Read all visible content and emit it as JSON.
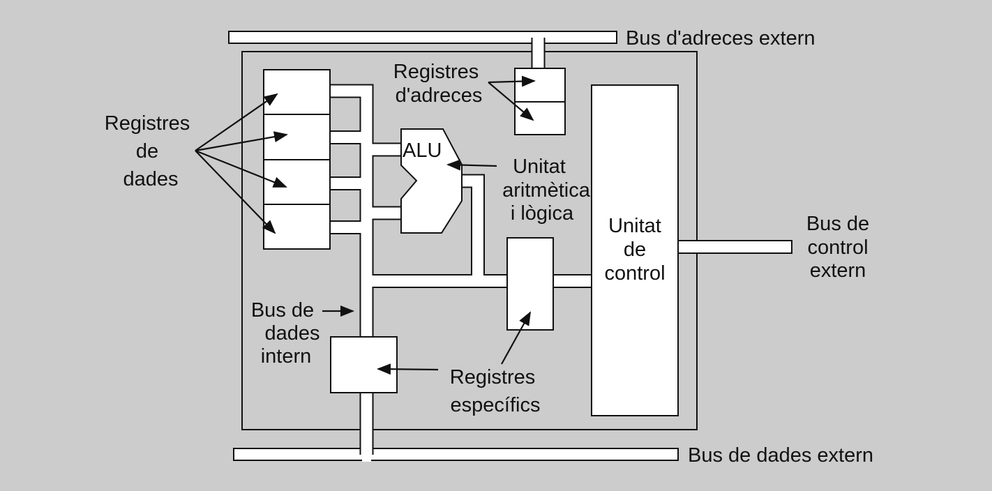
{
  "background_color": "#cccccc",
  "labels": {
    "external_address_bus": "Bus d'adreces extern",
    "external_data_bus": "Bus de dades extern",
    "external_control_bus": [
      "Bus de",
      "control",
      "extern"
    ],
    "data_registers": [
      "Registres",
      "de",
      "dades"
    ],
    "address_registers": [
      "Registres",
      "d'adreces"
    ],
    "alu": "ALU",
    "alu_description": [
      "Unitat",
      "aritmètica",
      "i lògica"
    ],
    "control_unit": [
      "Unitat",
      "de",
      "control"
    ],
    "internal_data_bus": [
      "Bus de",
      "dades",
      "intern"
    ],
    "specific_registers": [
      "Registres",
      "específics"
    ]
  }
}
